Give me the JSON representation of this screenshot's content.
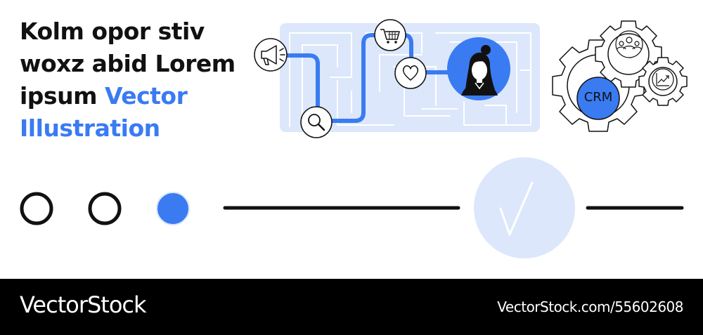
{
  "headline": {
    "line1": "Kolm opor stiv",
    "line2": "woxz abid Lorem",
    "line3_plain": "ipsum",
    "line3_accent": "Vector",
    "line4_accent": "Illustration"
  },
  "crm_label": "CRM",
  "steps": [
    {
      "name": "step-1",
      "filled": false
    },
    {
      "name": "step-2",
      "filled": false
    },
    {
      "name": "step-3",
      "filled": true
    }
  ],
  "icons": [
    "megaphone-icon",
    "search-icon",
    "shopping-cart-icon",
    "heart-icon",
    "person-avatar-icon",
    "gear-icon",
    "checkmark-icon"
  ],
  "colors": {
    "accent": "#3a7bf2",
    "light_accent": "#dce7fb",
    "dark": "#111111"
  },
  "footer": {
    "brand": "VectorStock",
    "url": "VectorStock.com/55602608"
  }
}
